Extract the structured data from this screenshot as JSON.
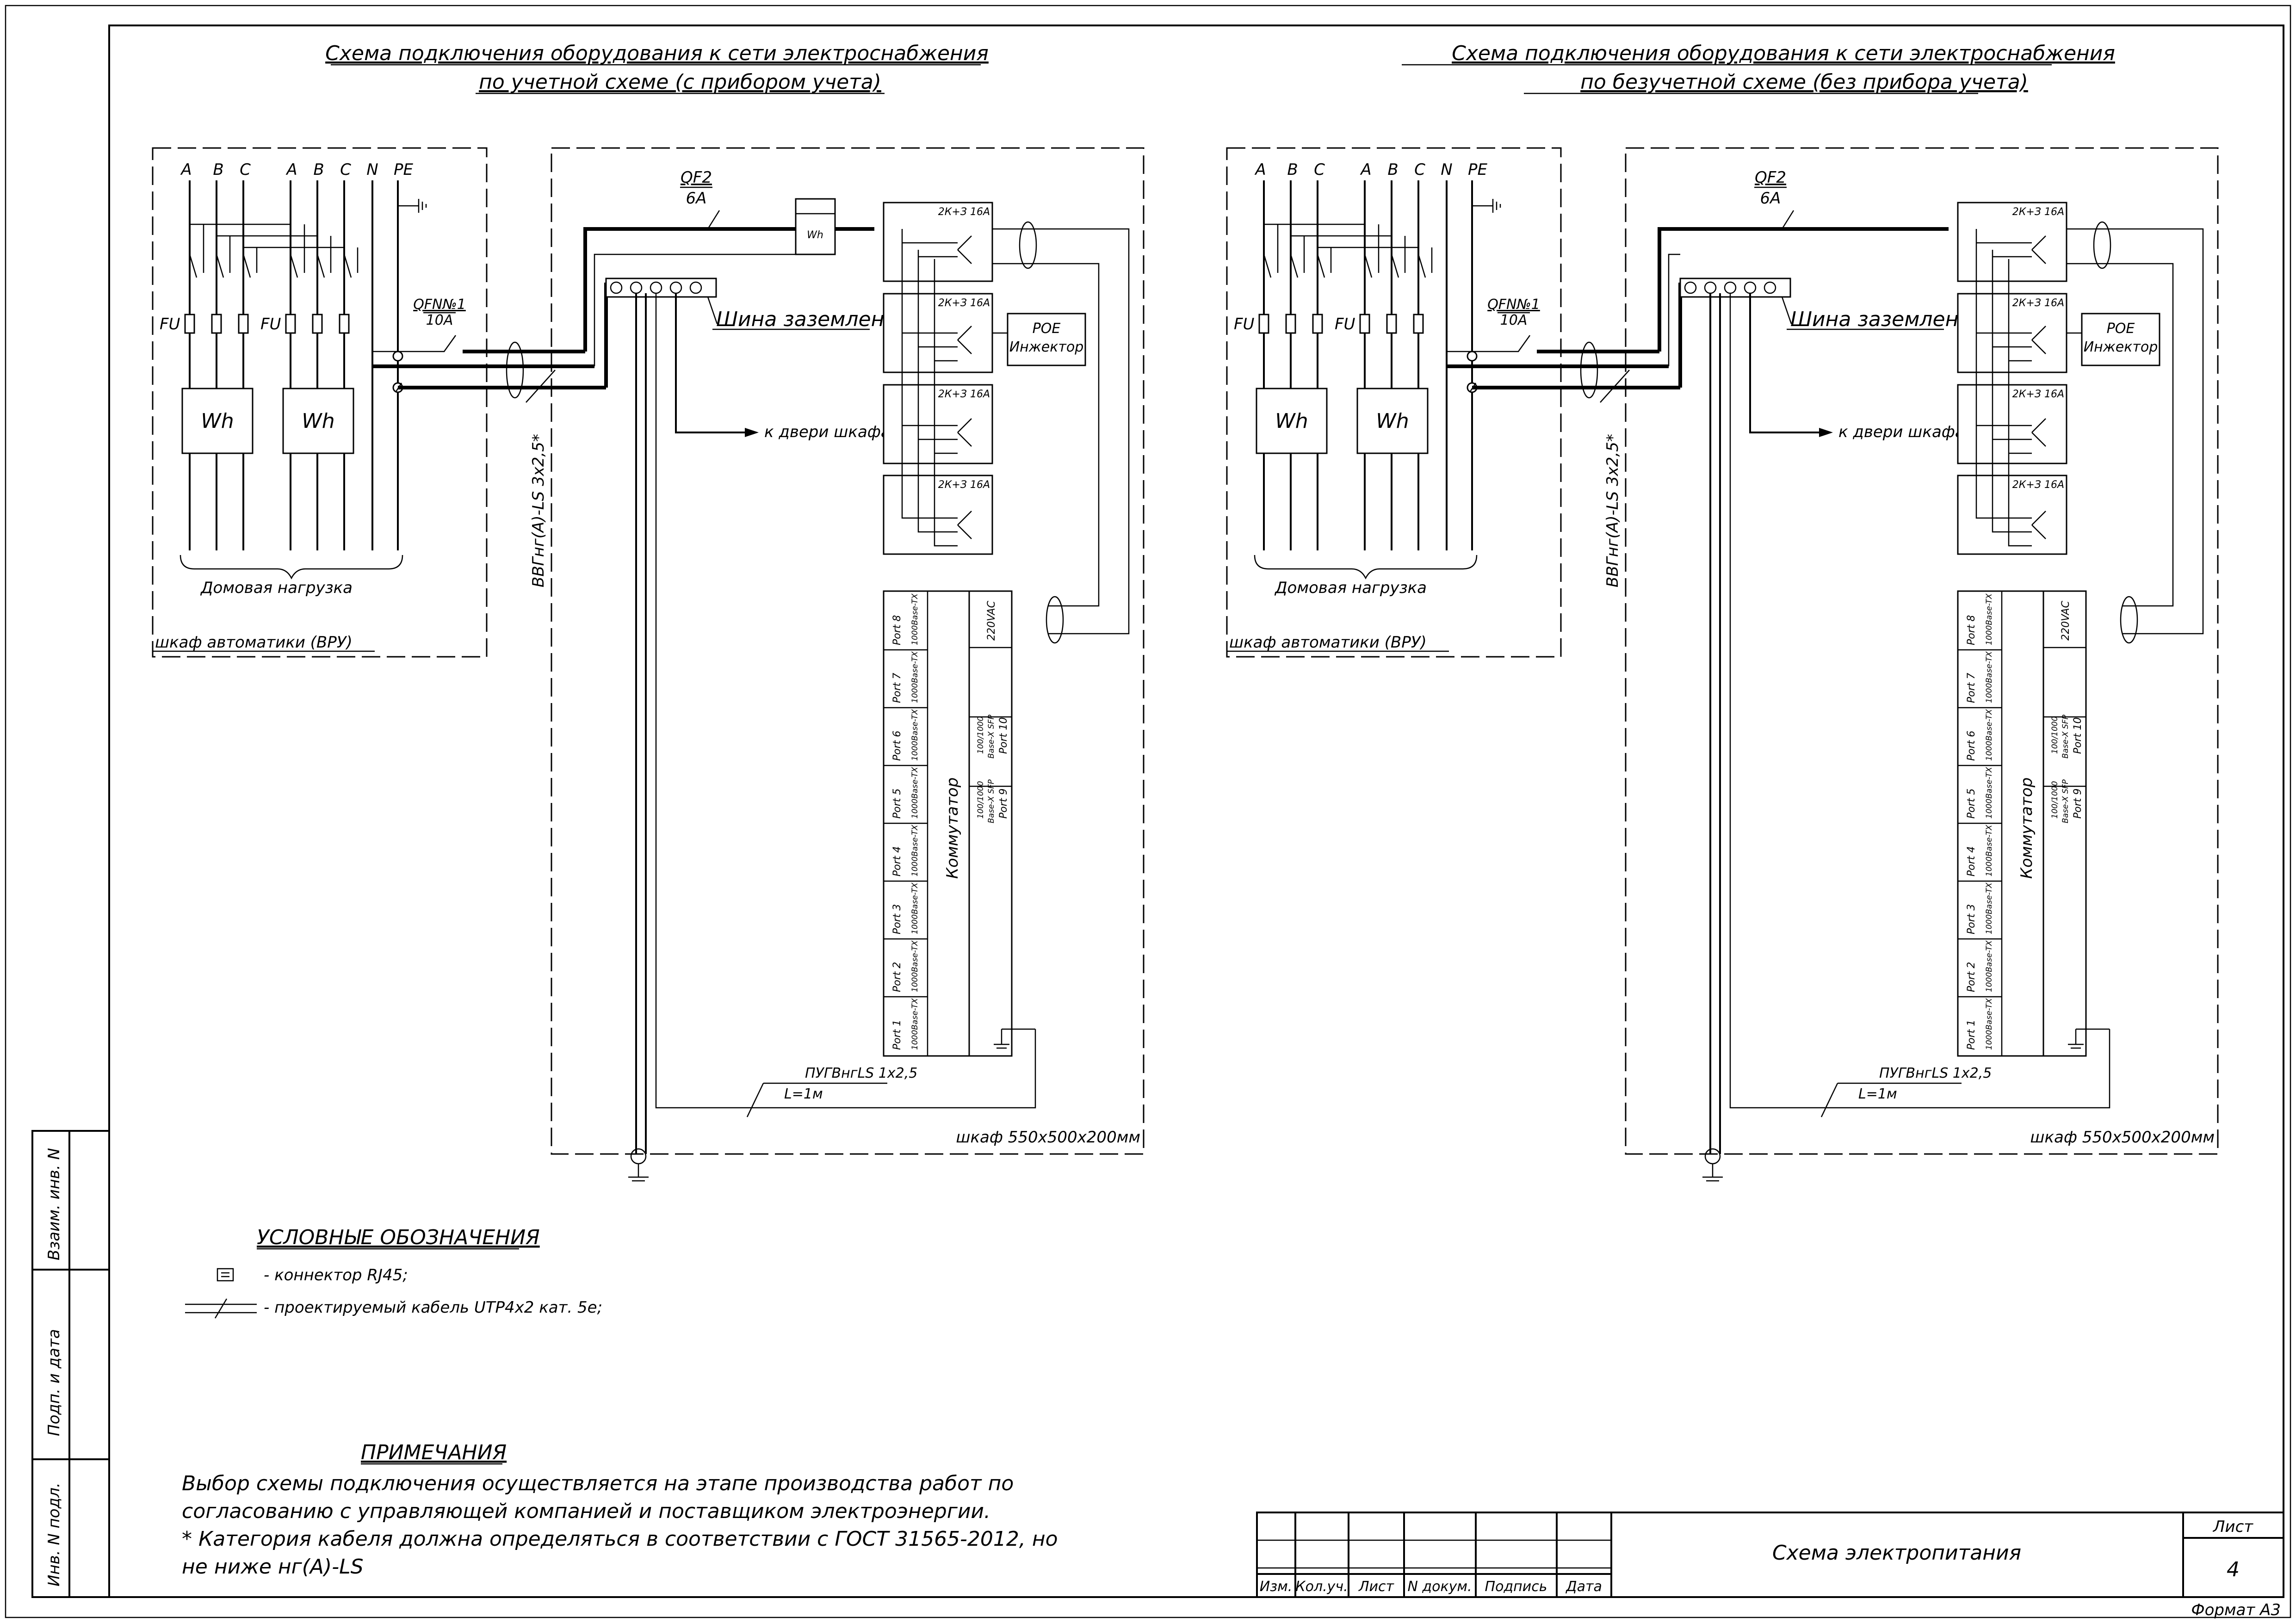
{
  "sheet": {
    "title_left_line1": "Схема подключения оборудования к сети электроснабжения",
    "title_left_line2": "по учетной схеме (с прибором учета)",
    "title_right_line1": "Схема подключения оборудования к сети электроснабжения",
    "title_right_line2": "по безучетной схеме (без прибора учета)"
  },
  "vru": {
    "phases": [
      "A",
      "B",
      "C",
      "A",
      "B",
      "C",
      "N",
      "PE"
    ],
    "fuse_label": "FU",
    "meter_label": "Wh",
    "load_label": "Домовая нагрузка",
    "cabinet_label": "шкаф автоматики (ВРУ)"
  },
  "breakers": {
    "qfn_name": "QFN№1",
    "qfn_rating": "10A",
    "qf2_name": "QF2",
    "qf2_rating": "6A"
  },
  "cable": {
    "main_cable": "ВВГнг(А)-LS 3х2,5*",
    "ground_cable": "ПУГВнгLS 1х2,5",
    "ground_length": "L=1м"
  },
  "cabinet": {
    "meter_label": "Wh",
    "ground_bus": "Шина заземления",
    "door_label": "к двери шкафа",
    "socket_label": "2К+З 16А",
    "poe_line1": "POE",
    "poe_line2": "Инжектор",
    "size_label": "шкаф 550х500х200мм"
  },
  "switch": {
    "name": "Коммутатор",
    "power": "220VAC",
    "ports": [
      {
        "name": "Port 8",
        "type": "1000Base-TX"
      },
      {
        "name": "Port 7",
        "type": "1000Base-TX"
      },
      {
        "name": "Port 6",
        "type": "1000Base-TX"
      },
      {
        "name": "Port 5",
        "type": "1000Base-TX"
      },
      {
        "name": "Port 4",
        "type": "1000Base-TX"
      },
      {
        "name": "Port 3",
        "type": "1000Base-TX"
      },
      {
        "name": "Port 2",
        "type": "1000Base-TX"
      },
      {
        "name": "Port 1",
        "type": "1000Base-TX"
      }
    ],
    "sfp_ports": [
      {
        "line1": "100/1000",
        "line2": "Base-X SFP",
        "line3": "Port 10"
      },
      {
        "line1": "100/1000",
        "line2": "Base-X SFP",
        "line3": "Port 9"
      }
    ]
  },
  "legend": {
    "title": "УСЛОВНЫЕ ОБОЗНАЧЕНИЯ",
    "rj45": "- коннектор RJ45;",
    "utp": "- проектируемый кабель UTP4х2 кат. 5е;"
  },
  "notes": {
    "title": "ПРИМЕЧАНИЯ",
    "line1": "Выбор схемы подключения осуществляется на этапе производства работ по",
    "line2": "согласованию с управляющей компанией и поставщиком электроэнергии.",
    "line3": "* Категория кабеля должна определяться в соответствии с ГОСТ 31565-2012, но",
    "line4": "не ниже нг(А)-LS"
  },
  "stamp": {
    "headers": [
      "Изм.",
      "Кол.уч.",
      "Лист",
      "N докум.",
      "Подпись",
      "Дата"
    ],
    "title": "Схема электропитания",
    "sheet_label": "Лист",
    "sheet_number": "4",
    "format": "Формат А3"
  },
  "side_stamp": {
    "vzam": "Взаим. инв. N",
    "podp": "Подп. и дата",
    "inv": "Инв. N подл."
  }
}
